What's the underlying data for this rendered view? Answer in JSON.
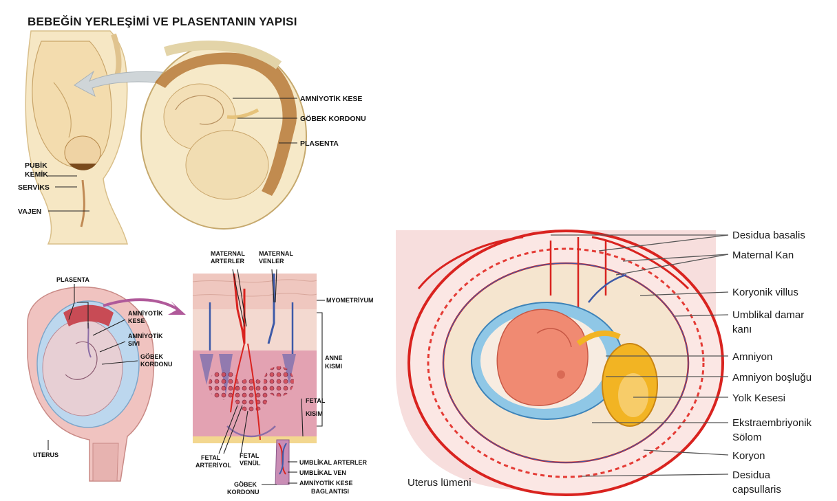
{
  "title": "BEBEĞİN YERLEŞİMİ VE PLASENTANIN YAPISI",
  "panel_top": {
    "labels": {
      "amniyotik_kese": "AMNİYOTİK KESE",
      "gobek_kordonu": "GÖBEK KORDONU",
      "plasenta": "PLASENTA",
      "pubik_kemik_1": "PUBİK",
      "pubik_kemik_2": "KEMİK",
      "serviks": "SERVİKS",
      "vajen": "VAJEN"
    }
  },
  "panel_uterus": {
    "labels": {
      "plasenta": "PLASENTA",
      "amniyotik_kese_1": "AMNİYOTİK",
      "amniyotik_kese_2": "KESE",
      "amniyotik_sivi_1": "AMNİYOTİK",
      "amniyotik_sivi_2": "SIVI",
      "gobek_kordonu_1": "GÖBEK",
      "gobek_kordonu_2": "KORDONU",
      "uterus": "UTERUS"
    }
  },
  "panel_section": {
    "labels": {
      "maternal_arterler_1": "MATERNAL",
      "maternal_arterler_2": "ARTERLER",
      "maternal_venler_1": "MATERNAL",
      "maternal_venler_2": "VENLER",
      "myometriyum": "MYOMETRİYUM",
      "anne_kismi_1": "ANNE",
      "anne_kismi_2": "KISMI",
      "fetal_kisim_1": "FETAL",
      "fetal_kisim_2": "KISIM",
      "fetal_arteriyol_1": "FETAL",
      "fetal_arteriyol_2": "ARTERİYOL",
      "fetal_venul_1": "FETAL",
      "fetal_venul_2": "VENÜL",
      "umblikal_arterler": "UMBLİKAL ARTERLER",
      "umblikal_ven": "UMBLİKAL VEN",
      "amniyotik_kese_baglantisi_1": "AMNİYOTİK KESE",
      "amniyotik_kese_baglantisi_2": "BAGLANTISI",
      "gobek_kordonu_1": "GÖBEK",
      "gobek_kordonu_2": "KORDONU"
    }
  },
  "panel_right": {
    "labels": {
      "desidua_basalis": "Desidua basalis",
      "maternal_kan": "Maternal Kan",
      "koryonik_villus": "Koryonik villus",
      "umblikal_damar_1": "Umblikal damar",
      "umblikal_damar_2": "kanı",
      "amniyon": "Amniyon",
      "amniyon_boslugu": "Amniyon boşluğu",
      "yolk_kesesi": "Yolk Kesesi",
      "ekstraembriyonik_1": "Ekstraembriyonik",
      "ekstraembriyonik_2": "Sölom",
      "koryon": "Koryon",
      "desidua_capsularis_1": "Desidua",
      "desidua_capsularis_2": "capsullaris",
      "uterus_lumeni": "Uterus lümeni"
    }
  },
  "colors": {
    "skin": "#f6e7c4",
    "skin_dark": "#e8cf99",
    "placenta": "#b77a3a",
    "tissue_pink": "#f0c3c0",
    "vessel_red": "#d9231f",
    "vessel_blue": "#3d5aa8",
    "amnion_blue": "#8fc7e6",
    "yolk": "#f2b423",
    "arrow_gray": "#cfd5d8",
    "arrow_purple": "#b05a9a"
  }
}
